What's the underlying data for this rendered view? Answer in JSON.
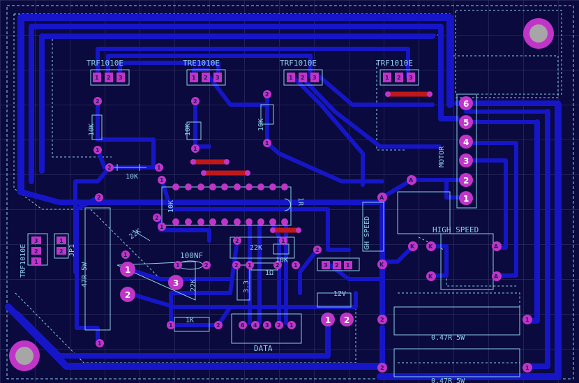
{
  "colors": {
    "background": "#0a0a3e",
    "grid": "#3a3a6a",
    "track": "#1616c8",
    "pad": "#c035c8",
    "silkscreen": "#8fd0e8",
    "jumper": "#c01818"
  },
  "labels": {
    "reg1": "TRF1010E",
    "reg2": "TRE1010E",
    "reg3": "TRF1010E",
    "reg4": "TRF1010E",
    "reg_left": "TRF1010E",
    "jp1": "JP1",
    "r10k_a": "10K",
    "r10k_b": "10K",
    "r10k_c": "10K",
    "r10k_d": "10K",
    "r10k_e": "10K",
    "r1k": "1K",
    "r1_center": "1R",
    "r1": "1Ω",
    "r22k_a": "22K",
    "r22k_b": "22K",
    "r22k_c": "22K",
    "c100nf": "100NF",
    "c33": "3.3",
    "motor": "MOTOR",
    "high_speed_a": "HIGH SPEED",
    "high_speed_b": "GH SPEED",
    "res_47_a": "0.47R 5W",
    "res_47_b": "47R 5W",
    "res_47_c": "0.47R 5W",
    "data": "DATA",
    "v12": "12V",
    "pad_a": "A",
    "pad_k": "K"
  }
}
